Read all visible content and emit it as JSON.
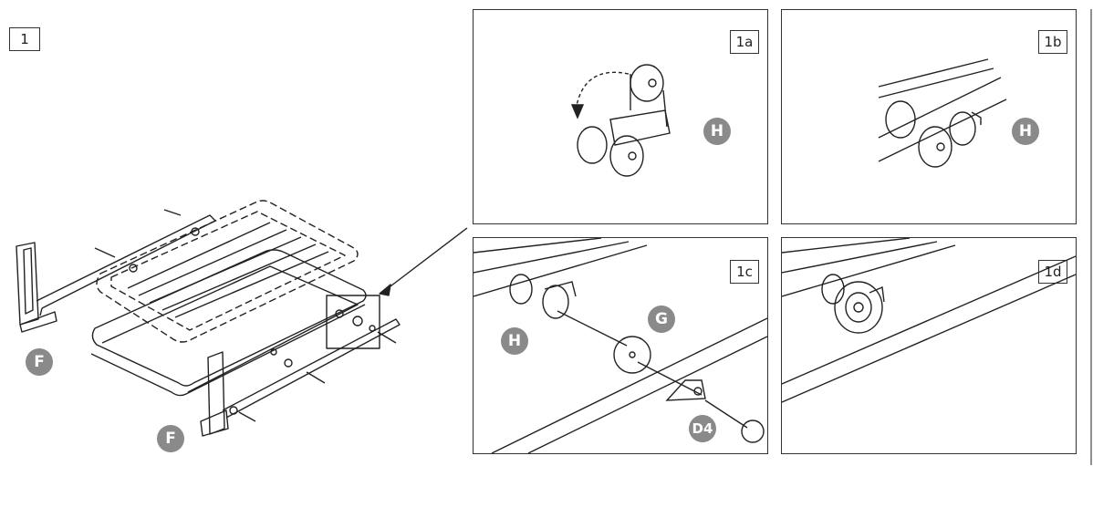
{
  "step_label": "1",
  "panels": {
    "p1a": {
      "label": "1a",
      "badge": "H"
    },
    "p1b": {
      "label": "1b",
      "badge": "H"
    },
    "p1c": {
      "label": "1c",
      "badges": [
        "G",
        "H",
        "D4"
      ]
    },
    "p1d": {
      "label": "1d"
    }
  },
  "main": {
    "badges": [
      "F",
      "F"
    ]
  },
  "colors": {
    "stroke": "#222222",
    "badge": "#8a8a8a"
  }
}
